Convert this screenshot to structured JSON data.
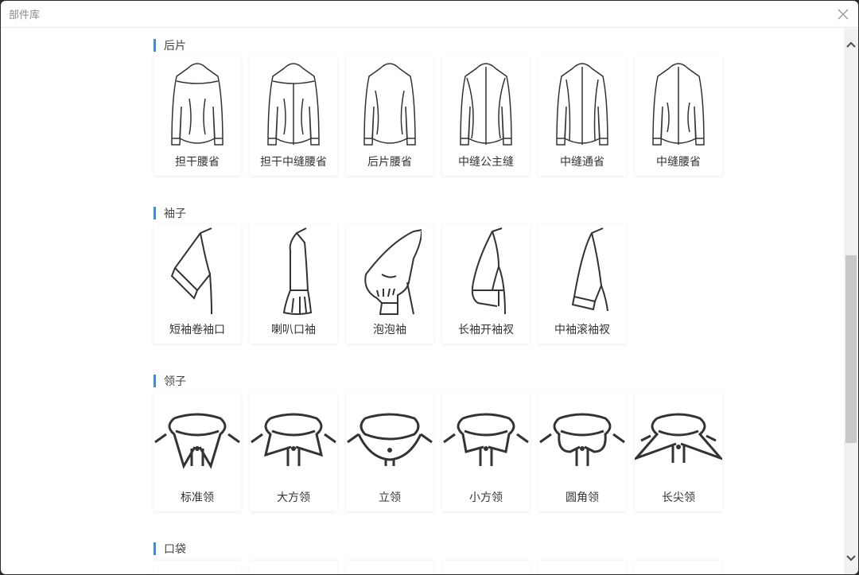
{
  "window": {
    "title": "部件库",
    "close_icon": "close-icon"
  },
  "sections": [
    {
      "title": "后片",
      "items": [
        {
          "label": "担干腰省",
          "icon": "back-shirt-yoke-dart-icon"
        },
        {
          "label": "担干中缝腰省",
          "icon": "back-shirt-yoke-center-seam-dart-icon"
        },
        {
          "label": "后片腰省",
          "icon": "back-shirt-waist-dart-icon"
        },
        {
          "label": "中缝公主缝",
          "icon": "back-shirt-center-princess-seam-icon"
        },
        {
          "label": "中缝通省",
          "icon": "back-shirt-center-through-dart-icon"
        },
        {
          "label": "中缝腰省",
          "icon": "back-shirt-center-waist-dart-icon"
        }
      ]
    },
    {
      "title": "袖子",
      "items": [
        {
          "label": "短袖卷袖口",
          "icon": "short-sleeve-rolled-cuff-icon"
        },
        {
          "label": "喇叭口袖",
          "icon": "flared-sleeve-icon"
        },
        {
          "label": "泡泡袖",
          "icon": "puff-sleeve-icon"
        },
        {
          "label": "长袖开袖衩",
          "icon": "long-sleeve-placket-icon"
        },
        {
          "label": "中袖滚袖衩",
          "icon": "mid-sleeve-bound-cuff-icon"
        }
      ]
    },
    {
      "title": "领子",
      "items": [
        {
          "label": "标准领",
          "icon": "standard-collar-icon"
        },
        {
          "label": "大方领",
          "icon": "wide-square-collar-icon"
        },
        {
          "label": "立领",
          "icon": "stand-collar-icon"
        },
        {
          "label": "小方领",
          "icon": "small-square-collar-icon"
        },
        {
          "label": "圆角领",
          "icon": "round-collar-icon"
        },
        {
          "label": "长尖领",
          "icon": "long-point-collar-icon"
        }
      ]
    },
    {
      "title": "口袋",
      "items": []
    }
  ],
  "colors": {
    "accent": "#3a8ee6",
    "text": "#333333",
    "line": "#333333"
  }
}
